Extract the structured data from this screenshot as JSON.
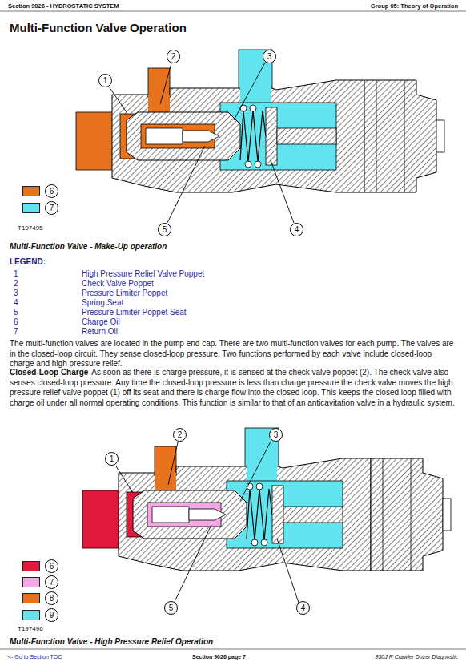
{
  "diagram": {
    "title": "Multi-Function Valve Operation",
    "labels": [
      "Section 9026 - HYDROSTATIC SYSTEM",
      "Group 05: Theory of Operation",
      "1",
      "2",
      "3",
      "4",
      "5",
      "T197495",
      "Multi-Function Valve - Make-Up operation",
      "LEGEND:",
      "1",
      "High Pressure Relief Valve Poppet",
      "2",
      "Check Valve Poppet",
      "3",
      "Pressure Limiter Poppet",
      "4",
      "Spring Seat",
      "5",
      "Pressure Limiter Poppet Seat",
      "6",
      "Charge Oil",
      "7",
      "Return Oil",
      "The multi-function valves are located in the pump end cap. There are two multi-function valves for each pump. The valves are in the closed-loop circuit. They sense closed-loop pressure. Two functions performed by each valve include closed-loop charge and high pressure relief.",
      "Closed-Loop Charge",
      "As soon as there is charge pressure, it is sensed at the check valve poppet (2). The check valve also senses closed-loop pressure. Any time the closed-loop pressure is less than charge pressure the check valve moves the high pressure relief valve poppet (1) off its seat and there is charge flow into the closed loop. This keeps the closed loop filled with charge oil under all normal operating conditions. This function is similar to that of an anticavitation valve in a hydraulic system.",
      "1",
      "2",
      "3",
      "4",
      "5",
      "T197496",
      "Multi-Function Valve - High Pressure Relief Operation",
      "<- Go to Section TOC",
      "Section 9026 page 7",
      "850J R Crawler Dozer Diagnostic"
    ],
    "legend": [
      {
        "text": "6",
        "color": "#e8731e"
      },
      {
        "text": "7",
        "color": "#62e4ee"
      },
      {
        "text": "6",
        "color": "#e0193c"
      },
      {
        "text": "7",
        "color": "#f6a6e4"
      },
      {
        "text": "8",
        "color": "#e8731e"
      },
      {
        "text": "9",
        "color": "#62e4ee"
      }
    ]
  }
}
